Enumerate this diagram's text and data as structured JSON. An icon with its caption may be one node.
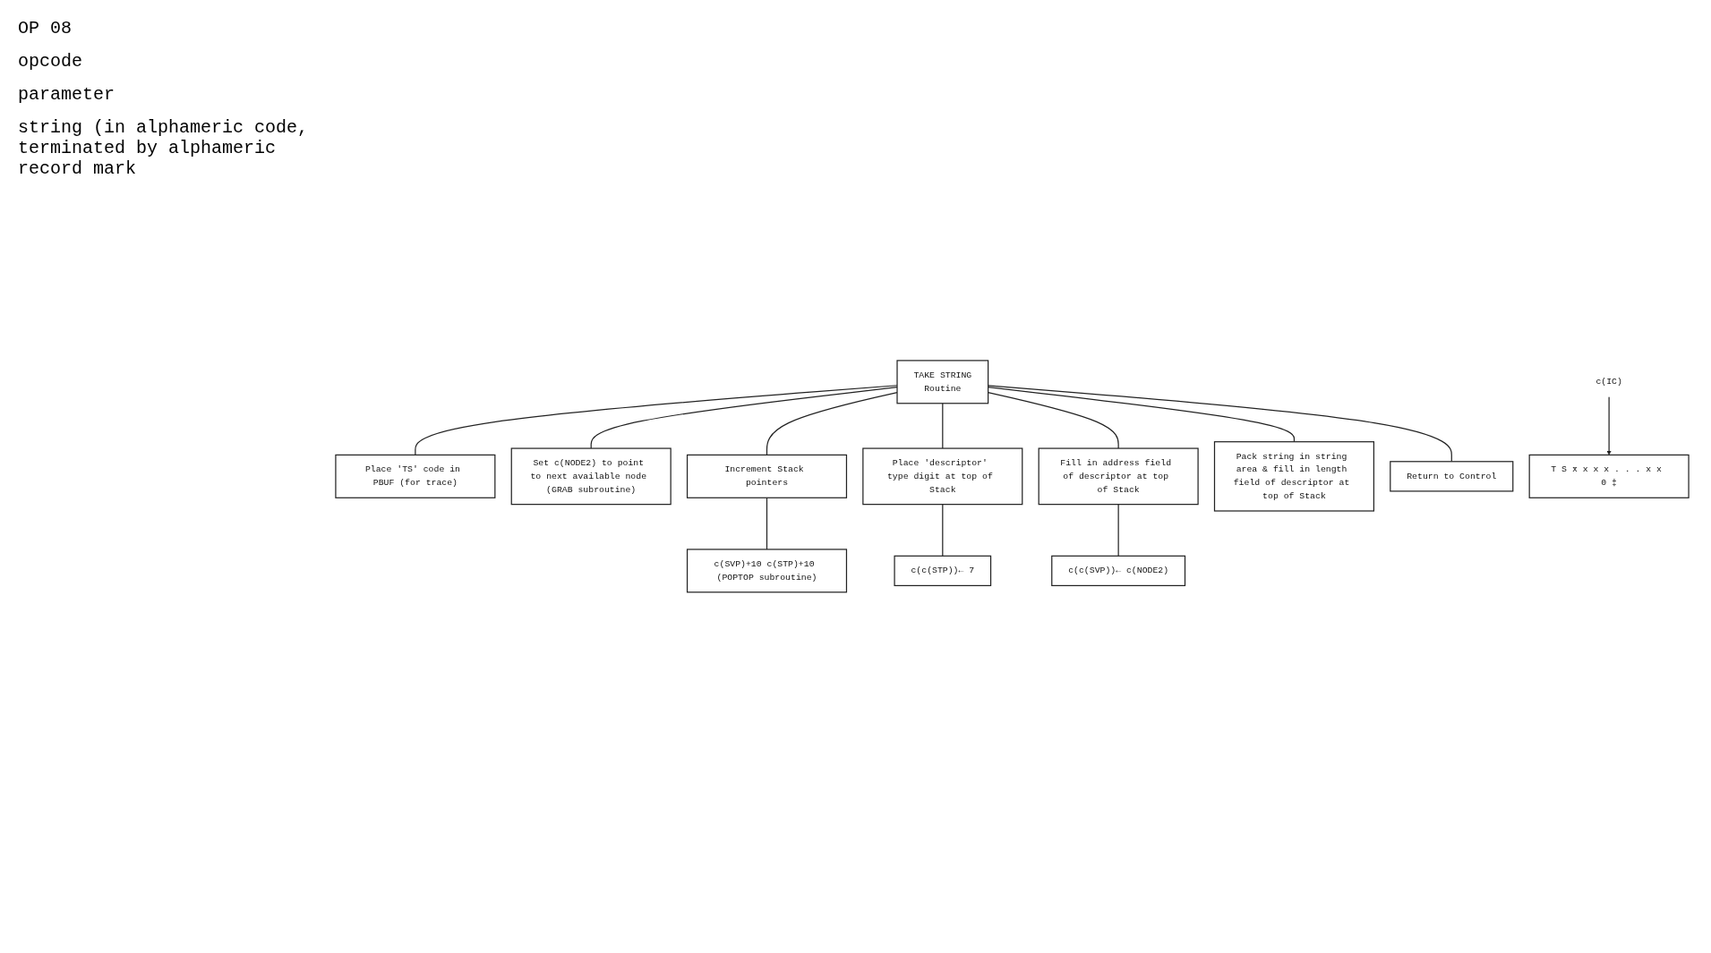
{
  "diagram": {
    "nodes": [
      {
        "text": [
          "TAKE STRING",
          "Routine"
        ]
      },
      {
        "text": [
          "Place 'TS' code in PBUF (for trace)"
        ]
      },
      {
        "text": [
          "Set c(NODE2) to point to next available node (GRAB subroutine)"
        ]
      },
      {
        "text": [
          "Increment Stack pointers"
        ]
      },
      {
        "text": [
          "Place 'descriptor' type digit at top of Stack"
        ]
      },
      {
        "text": [
          "Fill in address field of descriptor at top of Stack"
        ]
      },
      {
        "text": [
          "Pack string in string area & fill in length field of descriptor at top of Stack"
        ]
      },
      {
        "text": [
          "Return to Control"
        ]
      },
      {
        "text": [
          "c(SVP)+10 c(STP)+10 (POPTOP subroutine)"
        ]
      },
      {
        "text": [
          "c(c(STP))← 7"
        ]
      },
      {
        "text": [
          "c(c(SVP))← c(NODE2)"
        ]
      },
      {
        "text": [
          "T S x̄ x x x . . . x x 0 ‡"
        ]
      },
      {
        "text": [
          "c(IC)"
        ]
      }
    ],
    "edges": [
      {
        "from": 0,
        "to": 1,
        "arrow": "none"
      },
      {
        "from": 0,
        "to": 2,
        "arrow": "none"
      },
      {
        "from": 0,
        "to": 3,
        "arrow": "none"
      },
      {
        "from": 0,
        "to": 4,
        "arrow": "none"
      },
      {
        "from": 0,
        "to": 5,
        "arrow": "none"
      },
      {
        "from": 0,
        "to": 6,
        "arrow": "none"
      },
      {
        "from": 0,
        "to": 7,
        "arrow": "none"
      },
      {
        "from": 3,
        "to": 8,
        "arrow": "none"
      },
      {
        "from": 4,
        "to": 9,
        "arrow": "none"
      },
      {
        "from": 5,
        "to": 10,
        "arrow": "none"
      },
      {
        "from": 12,
        "to": 11,
        "arrow": "to"
      }
    ],
    "labels": [
      "OP 08",
      "opcode",
      "parameter",
      "string (in alphameric code, terminated by alphameric record mark"
    ]
  }
}
